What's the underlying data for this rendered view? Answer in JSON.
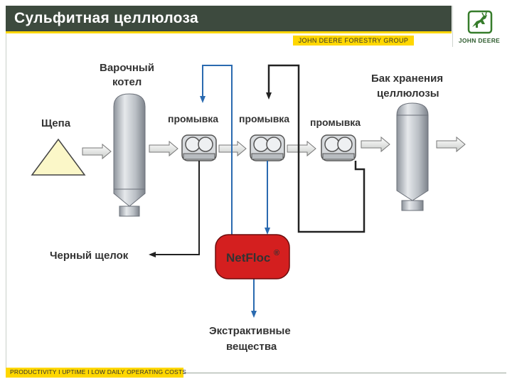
{
  "slide": {
    "title": "Сульфитная целлюлоза",
    "group": "JOHN DEERE FORESTRY GROUP",
    "logo_text": "JOHN DEERE",
    "footer": "PRODUCTIVITY  I  UPTIME  I  LOW DAILY OPERATING COSTS"
  },
  "diagram": {
    "labels": {
      "chips": "Щепа",
      "digester_line1": "Варочный",
      "digester_line2": "котел",
      "wash1": "промывка",
      "wash2": "промывка",
      "wash3": "промывка",
      "storage_line1": "Бак хранения",
      "storage_line2": "целлюлозы",
      "black_liquor": "Черный щелок",
      "netfloc": "NetFloc",
      "netfloc_mark": "®",
      "extractives_line1": "Экстрактивные",
      "extractives_line2": "вещества"
    }
  },
  "colors": {
    "header_bg": "#3d4a3e",
    "accent_yellow": "#ffd700",
    "netfloc_red": "#d41f1f",
    "blue_line": "#2a6ab0",
    "chips_fill": "#fbf7c8"
  }
}
